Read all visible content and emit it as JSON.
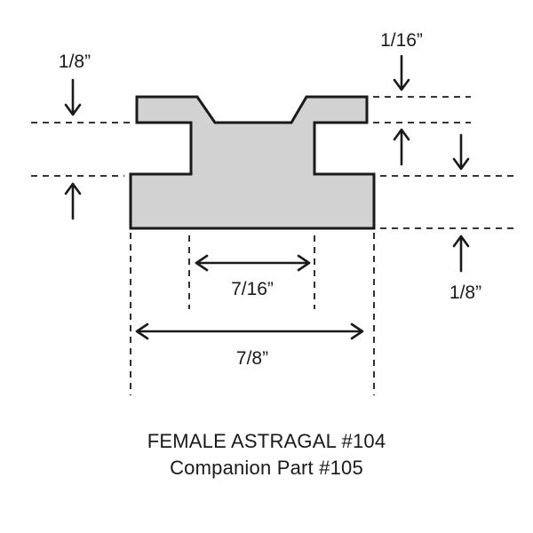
{
  "colors": {
    "profile_fill": "#d2d2d2",
    "profile_stroke": "#1a1a1a",
    "line": "#1a1a1a"
  },
  "dimensions": {
    "top_left_height": "1/8”",
    "top_right_height": "1/16”",
    "bottom_right_height": "1/8”",
    "inner_width": "7/16”",
    "overall_width": "7/8”"
  },
  "caption": {
    "title": "FEMALE ASTRAGAL #104",
    "subtitle": "Companion Part #105"
  }
}
